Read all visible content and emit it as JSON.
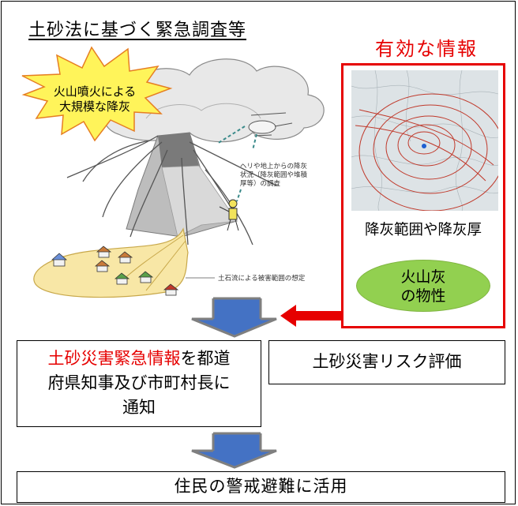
{
  "header": {
    "title": "土砂法に基づく緊急調査等"
  },
  "burst": {
    "line1": "火山噴火による",
    "line2": "大規模な降灰"
  },
  "illustration": {
    "heli_label_1": "ヘリや地上からの降灰",
    "heli_label_2": "状況（降灰範囲や堆積",
    "heli_label_3": "厚等）の調査",
    "debris_label": "土石流による被害範囲の想定"
  },
  "info_panel": {
    "title": "有効な情報",
    "map_caption": "降灰範囲や降灰厚",
    "ash_line1": "火山灰",
    "ash_line2": "の物性"
  },
  "notify_box": {
    "red_part": "土砂災害緊急情報",
    "line1_rest": "を都道",
    "line2": "府県知事及び市町村長に",
    "line3": "通知"
  },
  "risk_box": {
    "label": "土砂災害リスク評価"
  },
  "use_box": {
    "label": "住民の警戒避難に活用"
  },
  "colors": {
    "accent_red": "#e60000",
    "arrow_blue": "#4472c4",
    "oval_green": "#92d050",
    "fan_yellow": "#f8e7a6"
  }
}
